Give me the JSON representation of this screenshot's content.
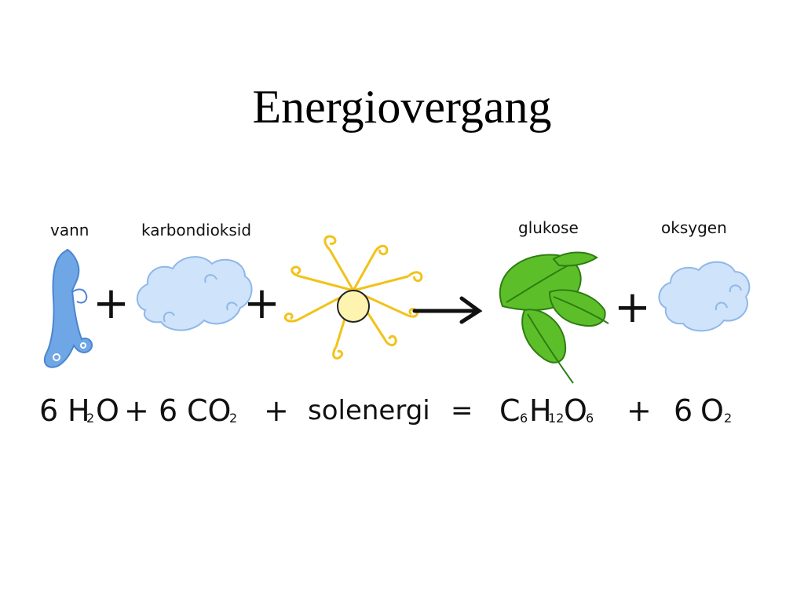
{
  "slide": {
    "title": "Energiovergang"
  },
  "labels": {
    "water": "vann",
    "co2": "karbondioksid",
    "glucose": "glukose",
    "oxygen": "oksygen"
  },
  "operators": {
    "plus": "+",
    "arrow": "→",
    "equals": "="
  },
  "equation": {
    "coef_water": "6",
    "water_h": "H",
    "water_sub": "2",
    "water_o": "O",
    "plus1": "+",
    "coef_co2": "6",
    "co2_co": "CO",
    "co2_sub": "2",
    "plus2": "+",
    "solar": "solenergi",
    "equals": "=",
    "c": "C",
    "c_sub": "6",
    "h": "H",
    "h_sub": "12",
    "o": "O",
    "o_sub": "6",
    "plus3": "+",
    "coef_o2": "6",
    "o2_o": "O",
    "o2_sub": "2"
  },
  "colors": {
    "water": "#6fa6e6",
    "cloud": "#cfe3fa",
    "cloud_stroke": "#8fb8e8",
    "sun_core": "#fff3b0",
    "sun_ray": "#f2c21a",
    "leaf": "#5cbf2a",
    "leaf_dark": "#2f7d12",
    "ink": "#111111"
  }
}
